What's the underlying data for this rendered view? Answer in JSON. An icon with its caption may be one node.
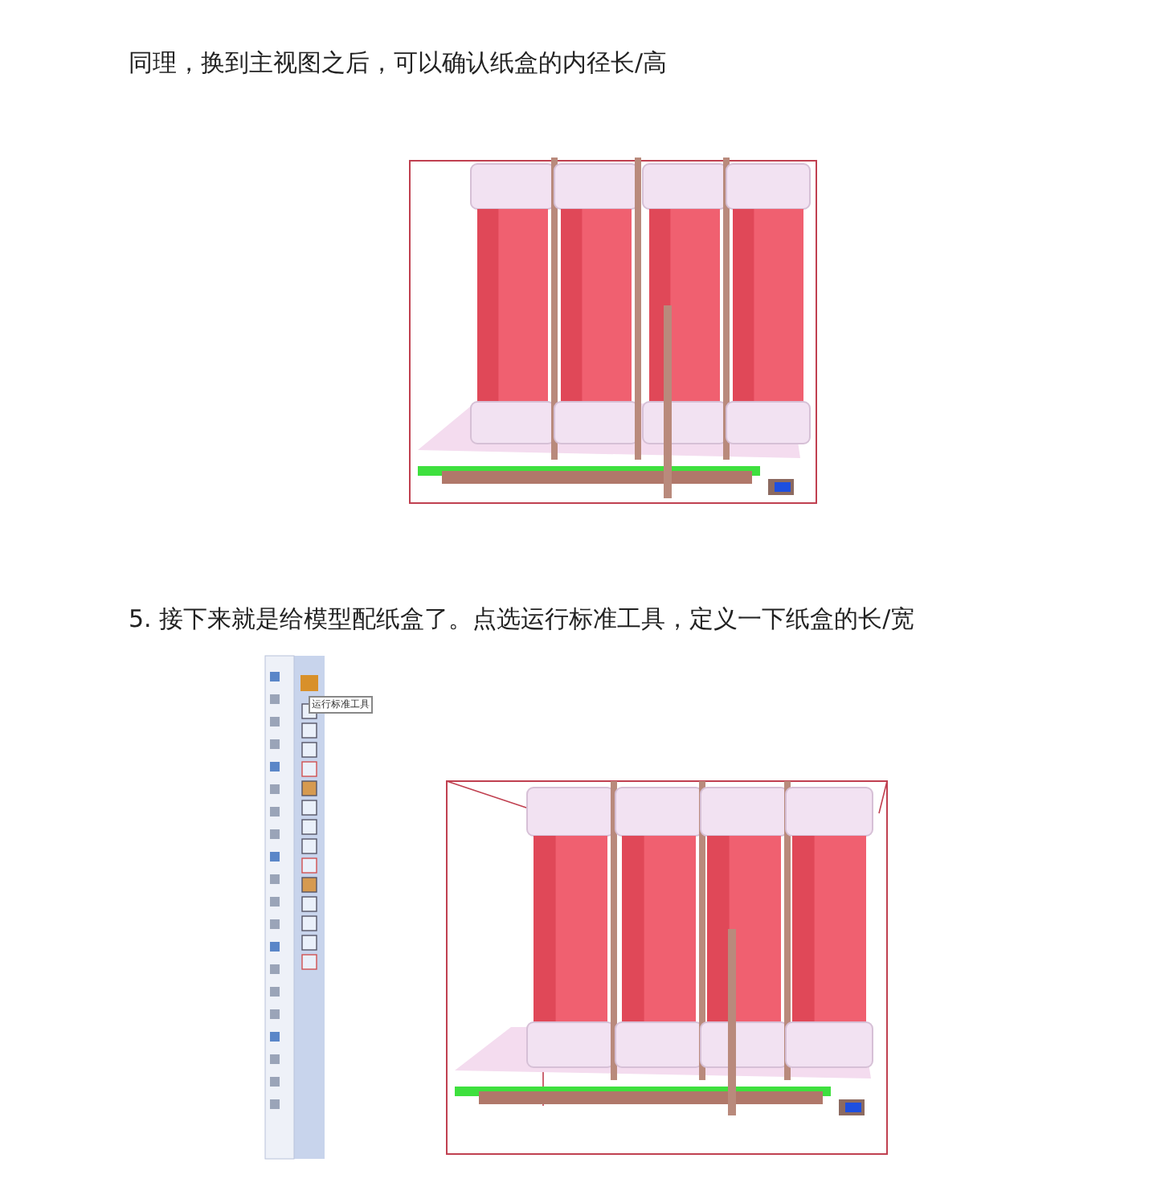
{
  "diagram": {
    "labels": [
      "同理，换到主视图之后，可以确认纸盒的内径长/高",
      "5.  接下来就是给模型配纸盒了。点选运行标准工具，定义一下纸盒的长/宽",
      "运行标准工具"
    ]
  }
}
